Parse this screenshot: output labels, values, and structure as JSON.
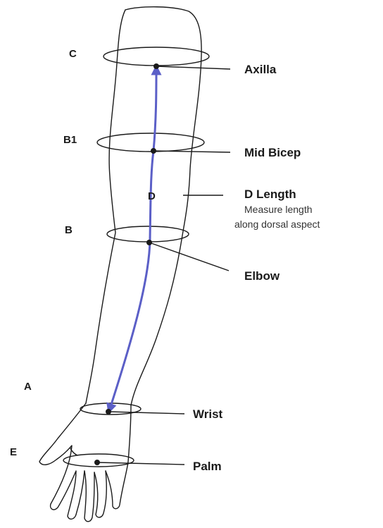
{
  "diagram": {
    "point_labels": {
      "c": "C",
      "b1": "B1",
      "b": "B",
      "a": "A",
      "e": "E",
      "d": "D"
    },
    "callouts": {
      "axilla": "Axilla",
      "mid_bicep": "Mid Bicep",
      "d_length": "D Length",
      "d_length_note_line1": "Measure length",
      "d_length_note_line2": "along dorsal aspect",
      "elbow": "Elbow",
      "wrist": "Wrist",
      "palm": "Palm"
    },
    "colors": {
      "outline": "#1a1a1a",
      "measure_arrow": "#5b5fc7"
    },
    "icons": [
      "arm-outline-icon",
      "hand-outline-icon",
      "measurement-arrow-icon"
    ]
  }
}
